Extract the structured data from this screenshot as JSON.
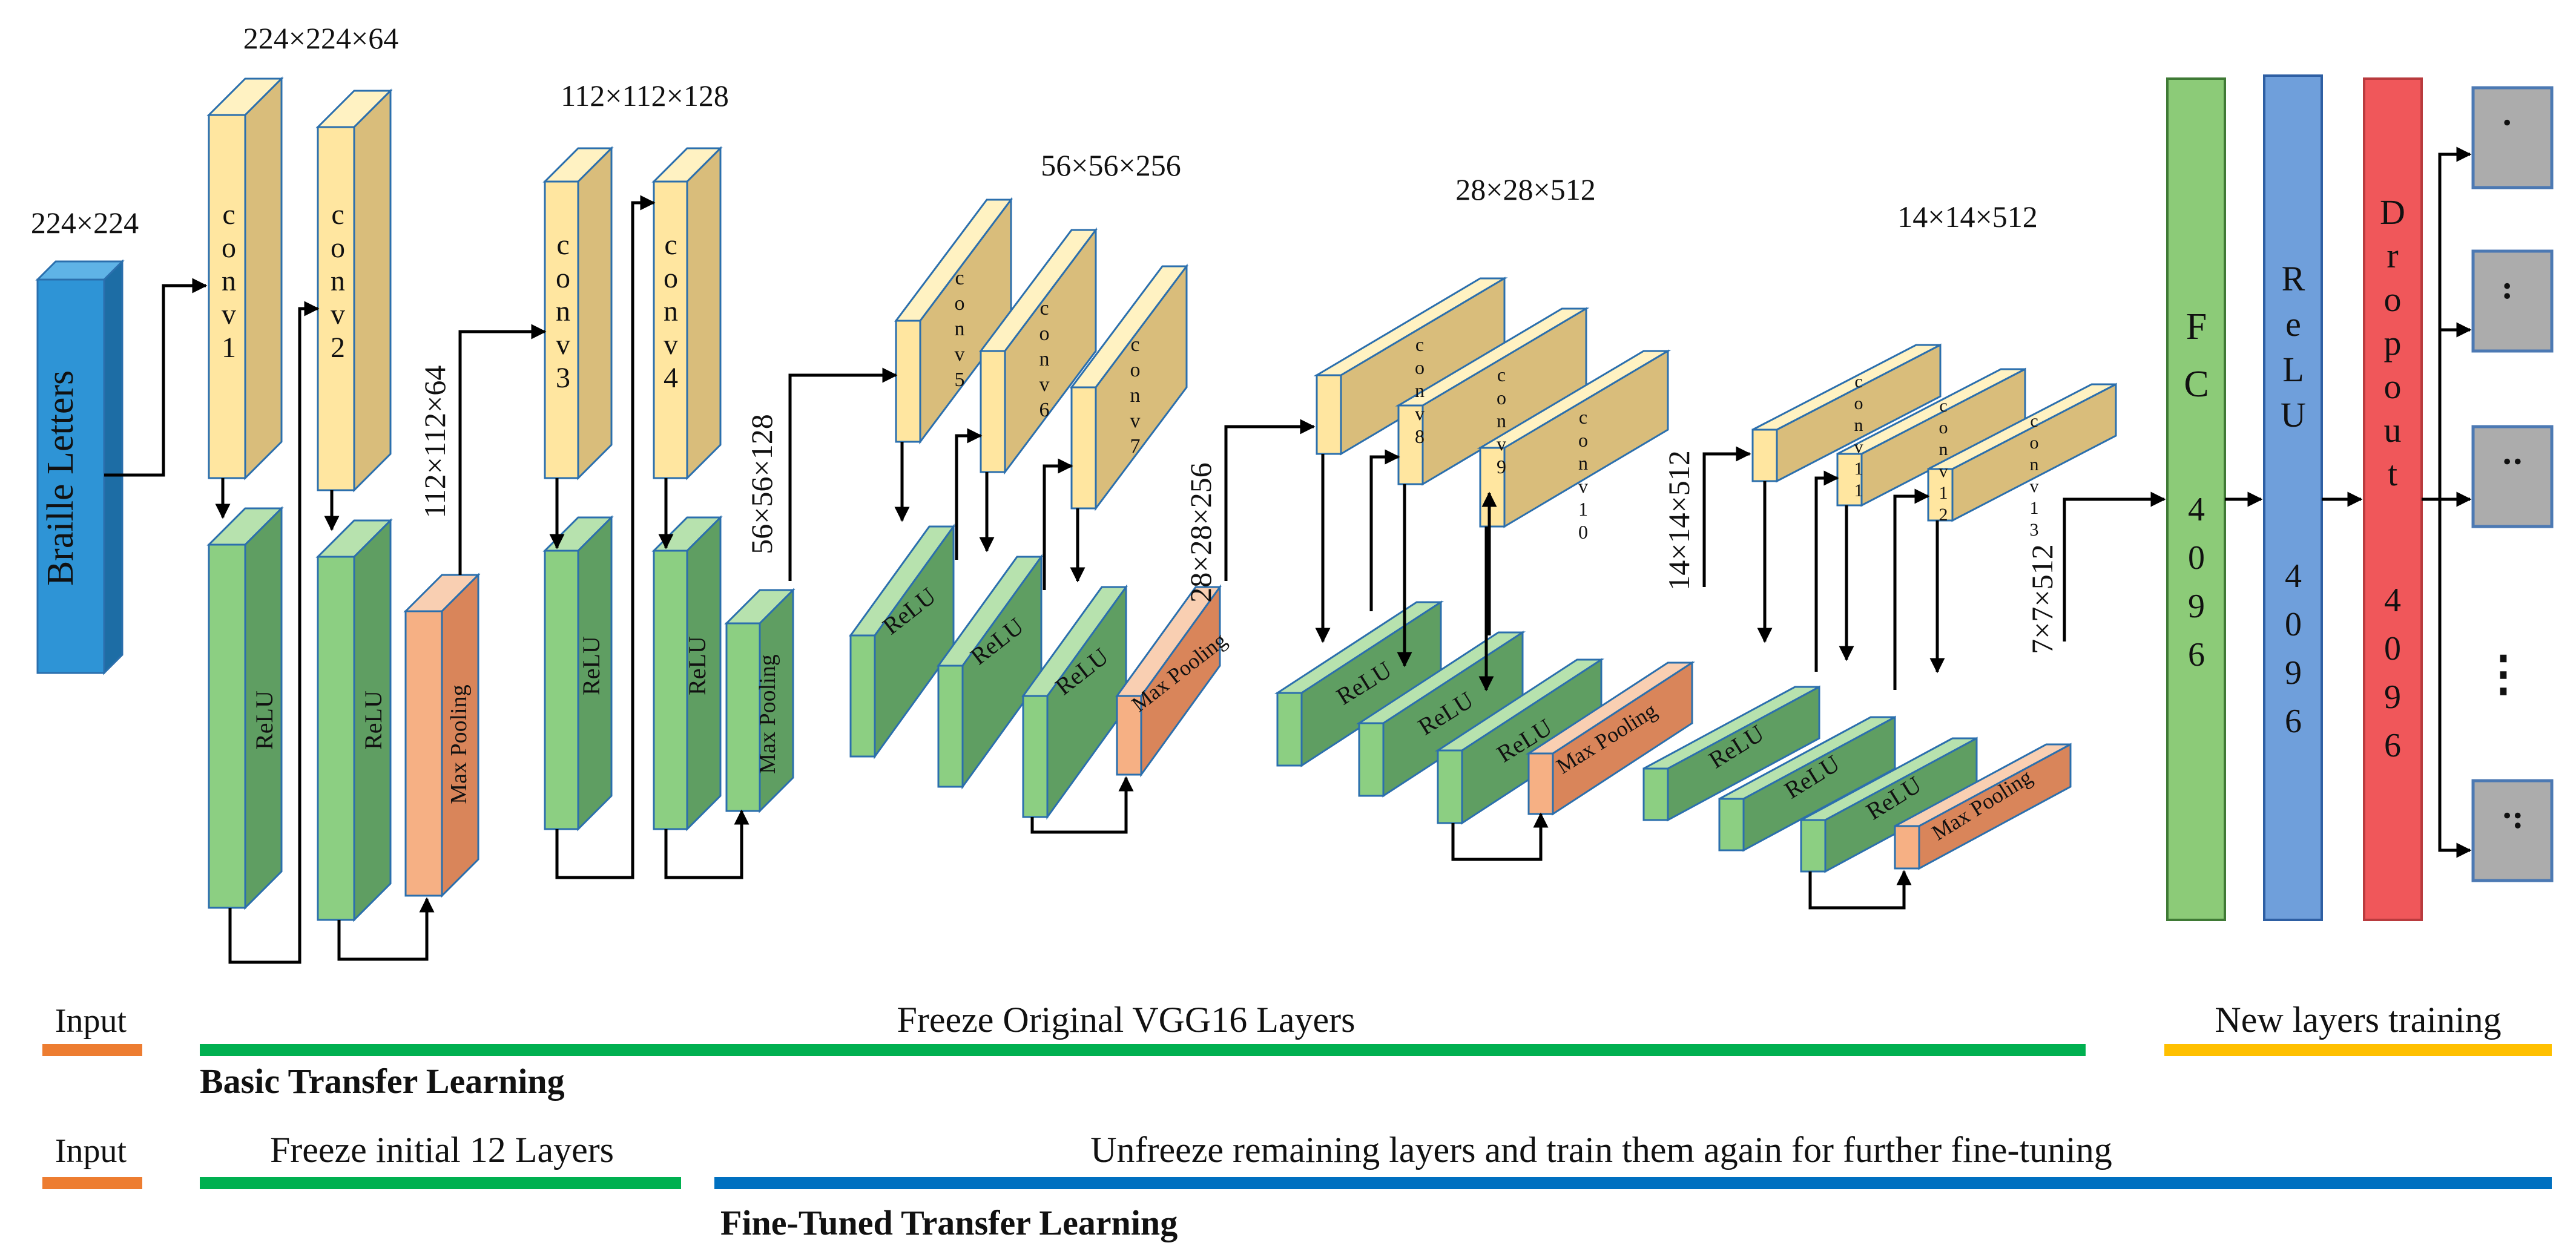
{
  "input": {
    "size": "224×224",
    "label": "Braille Letters"
  },
  "block1": {
    "size": "224×224×64",
    "conv": [
      "conv1",
      "conv2"
    ],
    "relu": "ReLU",
    "pool": "Max Pooling",
    "out": "112×112×64"
  },
  "block2": {
    "size": "112×112×128",
    "conv": [
      "conv3",
      "conv4"
    ],
    "relu": "ReLU",
    "pool": "Max Pooling",
    "out": "56×56×128"
  },
  "block3": {
    "size": "56×56×256",
    "conv": [
      "conv5",
      "conv6",
      "conv7"
    ],
    "relu": "ReLU",
    "pool": "Max Pooling",
    "out": "28×28×256"
  },
  "block4": {
    "size": "28×28×512",
    "conv": [
      "conv8",
      "conv9",
      "conv10"
    ],
    "relu": "ReLU",
    "pool": "Max Pooling",
    "out": "14×14×512"
  },
  "block5": {
    "size": "14×14×512",
    "conv": [
      "conv11",
      "conv12",
      "conv13"
    ],
    "relu": "ReLU",
    "pool": "Max Pooling",
    "out": "7×7×512"
  },
  "head": {
    "fc": "FC",
    "fc_units": "4096",
    "relu": "ReLU",
    "relu_units": "4096",
    "dropout": "Dropout",
    "dropout_units": "4096",
    "ellipsis": "⋮"
  },
  "outputs": [
    "⠁",
    "⠃",
    "⠉",
    "⠙"
  ],
  "legend": {
    "row1": {
      "input": "Input",
      "freeze": "Freeze Original VGG16 Layers",
      "new": "New layers training",
      "title": "Basic Transfer Learning"
    },
    "row2": {
      "input": "Input",
      "freeze": "Freeze initial 12 Layers",
      "unfreeze": "Unfreeze remaining layers and train them again for further fine-tuning",
      "title": "Fine-Tuned Transfer Learning"
    }
  },
  "colors": {
    "conv_front": "#ffe6a0",
    "conv_side": "#d9bd7b",
    "conv_top": "#fff2c2",
    "relu_front": "#8ccf82",
    "relu_side": "#5f9e62",
    "relu_top": "#b7e2ae",
    "pool_front": "#f6b084",
    "pool_side": "#d9855a",
    "pool_top": "#f9cfb2",
    "input": "#2e94d6",
    "fc": "#8ccb78",
    "head_relu": "#6f9fdb",
    "dropout": "#f0575a",
    "output": "#acacac",
    "orange_bar": "#ed7d31",
    "green_bar": "#00b050",
    "yellow_bar": "#ffc000",
    "blue_bar": "#0070c0"
  }
}
